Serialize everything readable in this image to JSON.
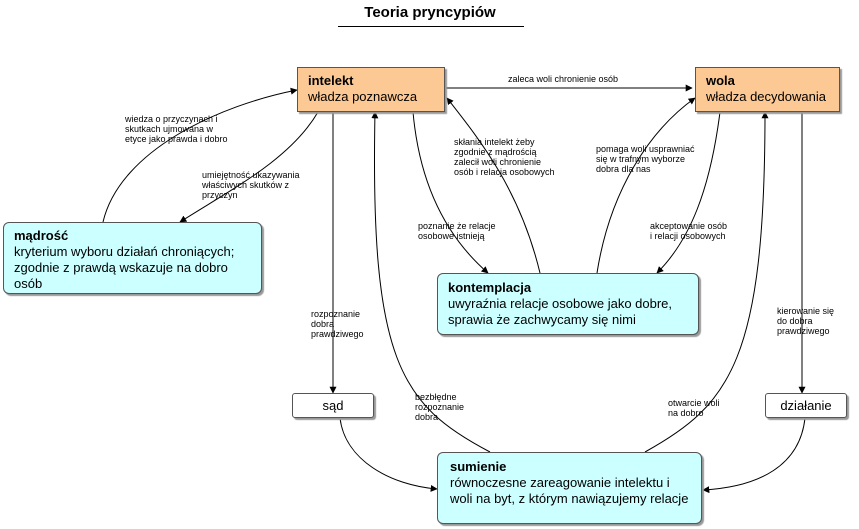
{
  "title": "Teoria pryncypiów",
  "nodes": {
    "intelekt": {
      "title": "intelekt",
      "subtitle": "władza poznawcza"
    },
    "wola": {
      "title": "wola",
      "subtitle": "władza decydowania"
    },
    "madrosc": {
      "title": "mądrość",
      "subtitle": "kryterium wyboru działań chroniących; zgodnie z prawdą wskazuje na dobro osób"
    },
    "kontemplacja": {
      "title": "kontemplacja",
      "subtitle": "uwyraźnia relacje osobowe jako dobre, sprawia że zachwycamy się nimi"
    },
    "sad": {
      "title": "sąd"
    },
    "dzialanie": {
      "title": "działanie"
    },
    "sumienie": {
      "title": "sumienie",
      "subtitle": "równoczesne zareagowanie intelektu i woli na byt, z którym nawiązujemy relacje"
    }
  },
  "edge_labels": {
    "zaleca": "zaleca woli chronienie osób",
    "wiedza": "wiedza o przyczynach i\nskutkach ujmowana w\netyce jako prawda i dobro",
    "umiejetnosc": "umiejętność ukazywania\nwłaściwych skutków z\nprzyczyn",
    "sklania": "skłania intelekt żeby\nzgodnie z mądrością\nzalecił woli chronienie\nosób i relacja osobowych",
    "pomaga": "pomaga woli usprawniać\nsię w trafnym wyborze\ndobra dla nas",
    "poznanie": "poznanie że relacje\nosobowe istnieją",
    "akceptowanie": "akceptowanie osób\ni relacji osobowych",
    "rozpoznanie": "rozpoznanie\ndobra\nprawdziwego",
    "kierowanie": "kierowanie się\ndo dobra\nprawdziwego",
    "bezbledne": "bezbłędne\nrozpoznanie\ndobra",
    "otwarcie": "otwarcie woli\nna dobro"
  }
}
